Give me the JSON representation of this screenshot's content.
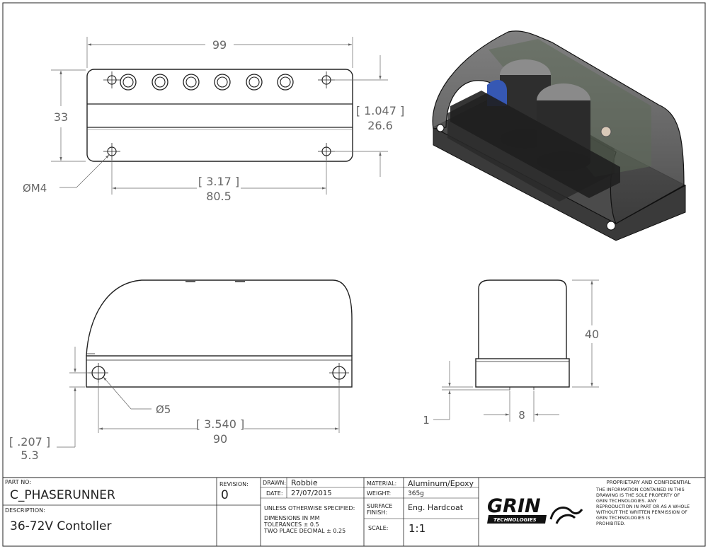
{
  "dimensions": {
    "width_mm": "99",
    "height_mm": "33",
    "hole_offset_in": "[ 1.047 ]",
    "hole_offset_mm": "26.6",
    "hole_thread": "ØM4",
    "hole_spacing_in": "[ 3.17 ]",
    "hole_spacing_mm": "80.5",
    "side_hole_dia": "Ø5",
    "side_spacing_in": "[ 3.540 ]",
    "side_spacing_mm": "90",
    "side_height_in": "[ .207 ]",
    "side_height_mm": "5.3",
    "end_height_mm": "40",
    "flange_mm": "1",
    "slot_mm": "8"
  },
  "title_block": {
    "part_no_label": "PART NO:",
    "part_no": "C_PHASERUNNER",
    "revision_label": "REVISION:",
    "revision": "0",
    "description_label": "DESCRIPTION:",
    "description": "36-72V Contoller",
    "drawn_label": "DRAWN:",
    "drawn": "Robbie",
    "date_label": "DATE:",
    "date": "27/07/2015",
    "unless": "UNLESS OTHERWISE SPECIFIED:",
    "dims_in": "DIMENSIONS IN MM",
    "tolerances": "TOLERANCES ± 0.5",
    "two_place": "TWO PLACE DECIMAL ± 0.25",
    "material_label": "MATERIAL:",
    "material": "Aluminum/Epoxy",
    "weight_label": "WEIGHT:",
    "weight": "365g",
    "finish_label_1": "SURFACE",
    "finish_label_2": "FINISH:",
    "finish": "Eng. Hardcoat",
    "scale_label": "SCALE:",
    "scale": "1:1",
    "logo_text": "GRIN",
    "logo_sub": "TECHNOLOGIES",
    "prop_title": "PROPRIETARY AND CONFIDENTIAL",
    "prop_1": "THE INFORMATION CONTAINED IN THIS",
    "prop_2": "DRAWING IS THE SOLE PROPERTY OF",
    "prop_3": "GRIN TECHNOLOGIES.  ANY",
    "prop_4": "REPRODUCTION IN PART OR AS A WHOLE",
    "prop_5": "WITHOUT THE WRITTEN PERMISSION OF",
    "prop_6": "GRIN TECHNOLOGIES IS",
    "prop_7": "PROHIBITED."
  }
}
